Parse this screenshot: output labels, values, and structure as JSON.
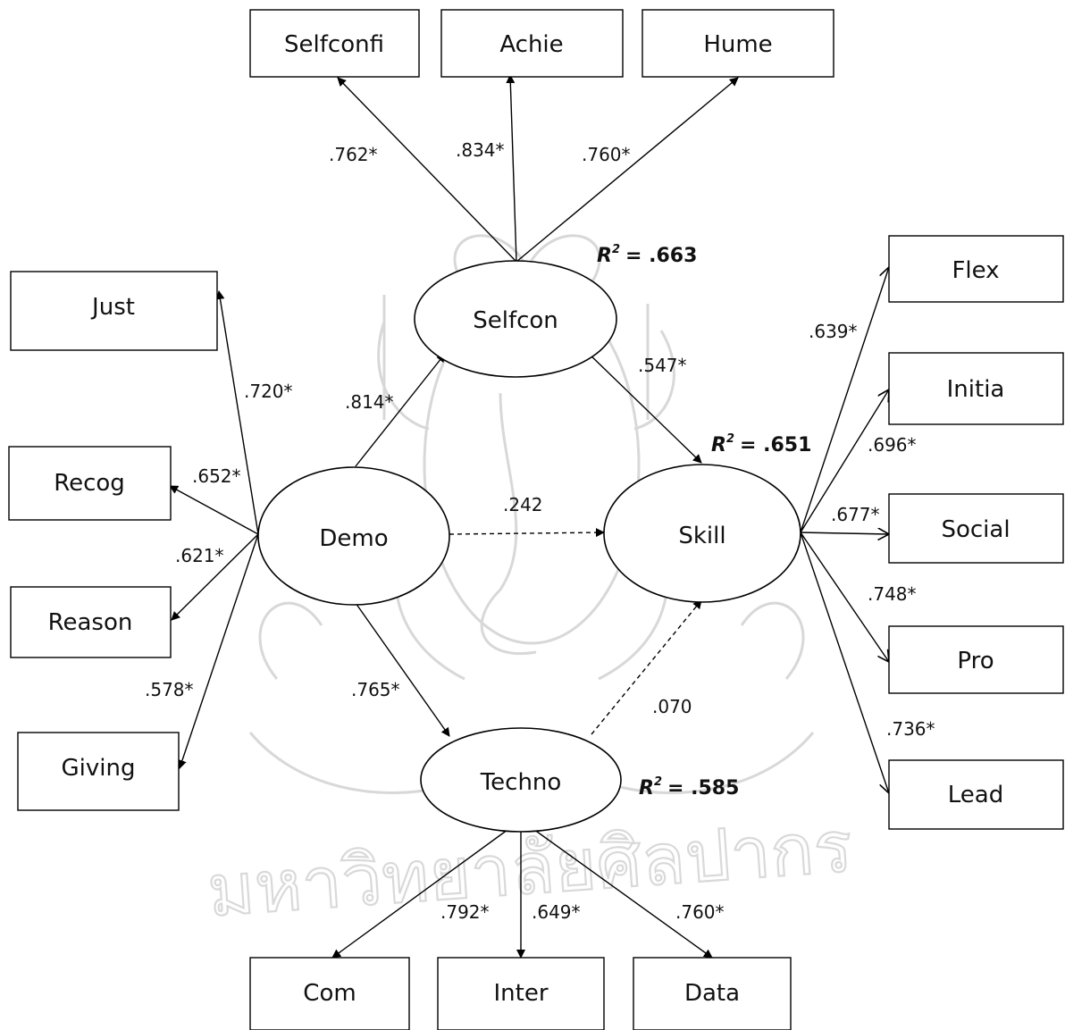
{
  "nodes": {
    "selfconfi": "Selfconfi",
    "achie": "Achie",
    "hume": "Hume",
    "just": "Just",
    "recog": "Recog",
    "reason": "Reason",
    "giving": "Giving",
    "flex": "Flex",
    "initia": "Initia",
    "social": "Social",
    "pro": "Pro",
    "lead": "Lead",
    "com": "Com",
    "inter": "Inter",
    "data": "Data",
    "selfcon": "Selfcon",
    "demo": "Demo",
    "skill": "Skill",
    "techno": "Techno"
  },
  "coefficients": {
    "selfcon_selfconfi": ".762*",
    "selfcon_achie": ".834*",
    "selfcon_hume": ".760*",
    "demo_just": ".720*",
    "demo_recog": ".652*",
    "demo_reason": ".621*",
    "demo_giving": ".578*",
    "demo_selfcon": ".814*",
    "demo_skill": ".242",
    "demo_techno": ".765*",
    "selfcon_skill": ".547*",
    "techno_skill": ".070",
    "skill_flex": ".639*",
    "skill_initia": ".696*",
    "skill_social": ".677*",
    "skill_pro": ".748*",
    "skill_lead": ".736*",
    "techno_com": ".792*",
    "techno_inter": ".649*",
    "techno_data": ".760*"
  },
  "r_squared": {
    "symbol": "R",
    "superscript": "2",
    "selfcon": "= .663",
    "skill": "= .651",
    "techno": "= .585"
  },
  "watermark": {
    "text": "มหาวิทยาลัยศิลปากร"
  }
}
